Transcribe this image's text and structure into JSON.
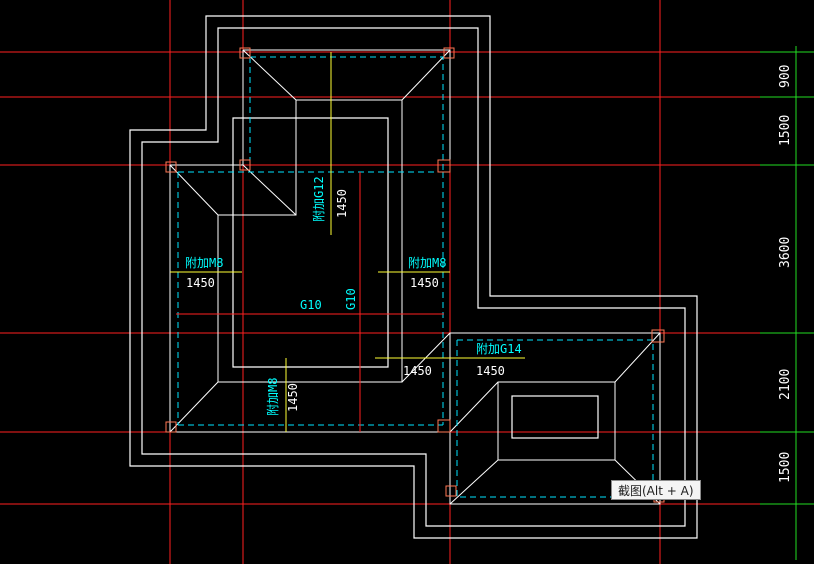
{
  "colors": {
    "background": "#000000",
    "axis_line": "#ff2020",
    "wall_line": "#ffffff",
    "beam_dashed": "#00e5ff",
    "dimension_line": "#ffff33",
    "beam_label": "#00ffff",
    "axis_dimension_line": "#22dd22"
  },
  "dimensions_right": [
    "900",
    "1500",
    "3600",
    "2100",
    "1500"
  ],
  "beam_labels": {
    "top_center": "附加G12",
    "left": "附加M8",
    "center_right": "附加M8",
    "center_vertical": "G10",
    "horizontal": "G10",
    "bottom_left": "附加M8",
    "lower_right": "附加G14"
  },
  "dim_values": {
    "top_center": "1450",
    "left": "1450",
    "center_right": "1450",
    "bottom_left": "1450",
    "lower_mid": "1450",
    "lower_right": "1450"
  },
  "tooltip": "截图(Alt + A)"
}
